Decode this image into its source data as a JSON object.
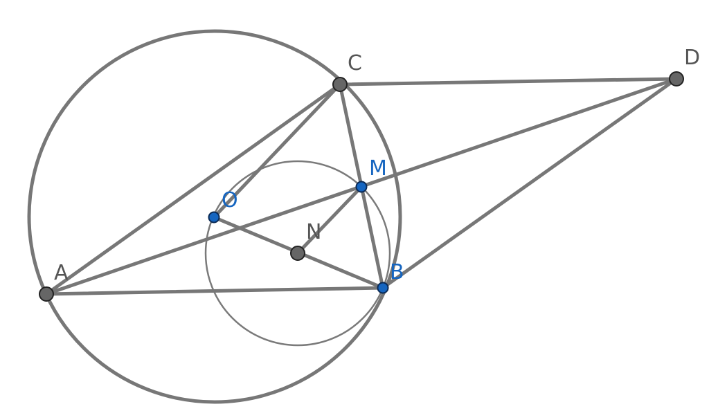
{
  "diagram": {
    "points": [
      {
        "id": "A",
        "label": "A",
        "color": "gray"
      },
      {
        "id": "B",
        "label": "B",
        "color": "blue"
      },
      {
        "id": "C",
        "label": "C",
        "color": "gray"
      },
      {
        "id": "D",
        "label": "D",
        "color": "gray"
      },
      {
        "id": "M",
        "label": "M",
        "color": "blue"
      },
      {
        "id": "N",
        "label": "N",
        "color": "gray"
      },
      {
        "id": "O",
        "label": "O",
        "color": "blue"
      }
    ],
    "segments": [
      [
        "A",
        "B"
      ],
      [
        "A",
        "C"
      ],
      [
        "C",
        "B"
      ],
      [
        "C",
        "D"
      ],
      [
        "D",
        "B"
      ],
      [
        "A",
        "D"
      ],
      [
        "C",
        "O"
      ],
      [
        "O",
        "B"
      ],
      [
        "M",
        "N"
      ]
    ],
    "circles": [
      {
        "name": "circumcircle",
        "through": [
          "A",
          "B",
          "C"
        ]
      },
      {
        "name": "circle-N",
        "center": "N",
        "through": [
          "O",
          "M",
          "B"
        ]
      }
    ],
    "colors": {
      "line": "#777777",
      "point_gray": "#666666",
      "point_blue": "#1565c0",
      "label_gray": "#555555",
      "label_blue": "#1565c0"
    }
  }
}
